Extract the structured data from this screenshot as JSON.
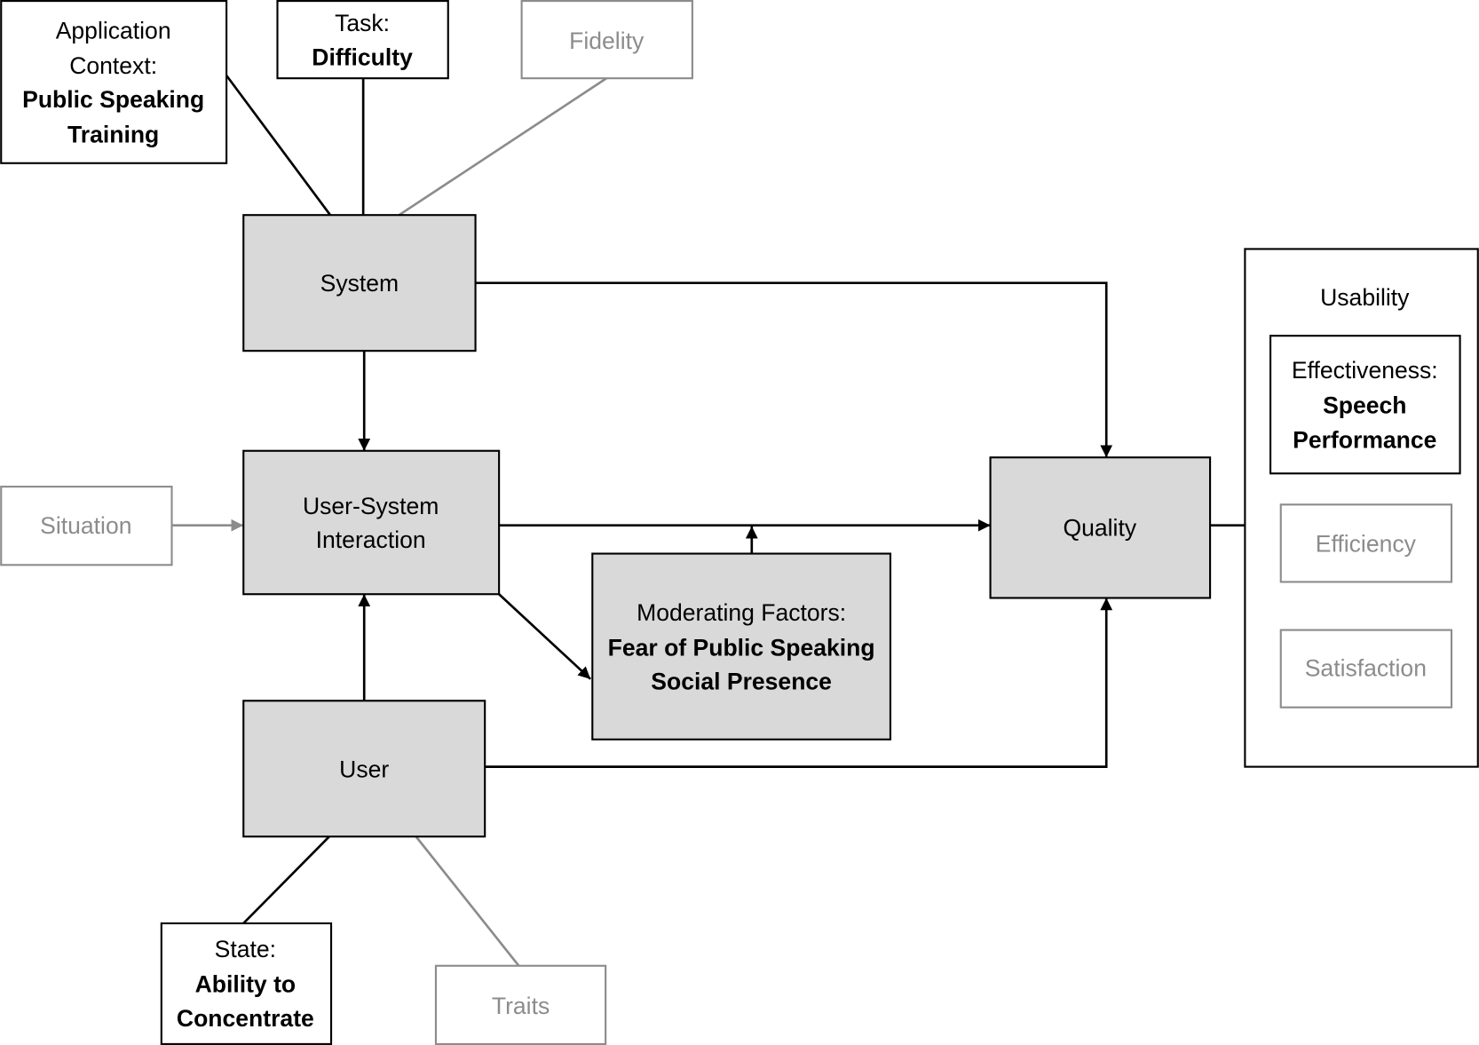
{
  "colors": {
    "ink": "#000000",
    "muted": "#8c8c8c",
    "node_fill": "#d9d9d9",
    "background": "#ffffff"
  },
  "nodes": {
    "application_context": {
      "lines": [
        "Application",
        "Context:"
      ],
      "values": [
        "Public Speaking",
        "Training"
      ]
    },
    "task": {
      "label": "Task:",
      "value": "Difficulty"
    },
    "fidelity": {
      "label": "Fidelity"
    },
    "system": {
      "label": "System"
    },
    "situation": {
      "label": "Situation"
    },
    "user_system_interaction": {
      "lines": [
        "User-System",
        "Interaction"
      ]
    },
    "moderating_factors": {
      "label": "Moderating Factors:",
      "values": [
        "Fear of Public Speaking",
        "Social Presence"
      ]
    },
    "quality": {
      "label": "Quality"
    },
    "usability": {
      "label": "Usability",
      "effectiveness": {
        "label": "Effectiveness:",
        "values": [
          "Speech",
          "Performance"
        ]
      },
      "efficiency": {
        "label": "Efficiency"
      },
      "satisfaction": {
        "label": "Satisfaction"
      }
    },
    "user": {
      "label": "User"
    },
    "state": {
      "label": "State:",
      "values": [
        "Ability to",
        "Concentrate"
      ]
    },
    "traits": {
      "label": "Traits"
    }
  }
}
